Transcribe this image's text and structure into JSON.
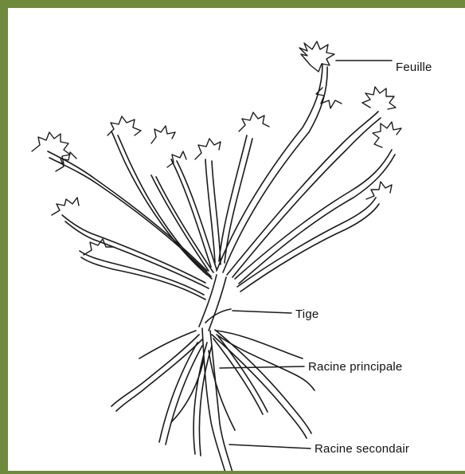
{
  "diagram": {
    "labels": {
      "feuille": "Feuille",
      "tige": "Tige",
      "racine_principale": "Racine principale",
      "racine_secondaire": "Racine secondair"
    },
    "colors": {
      "frame": "#6f8a3a",
      "ink": "#1a1a1a",
      "background": "#ffffff"
    }
  }
}
